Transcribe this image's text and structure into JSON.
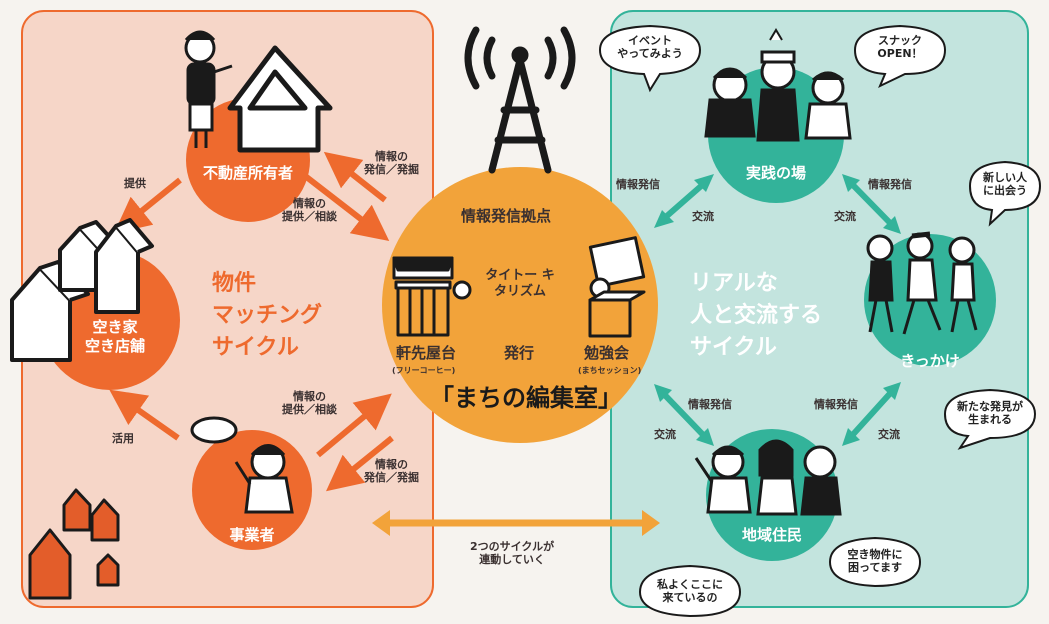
{
  "title": "「まちの編集室」",
  "hub": {
    "heading": "情報発信拠点",
    "logo_text": "タイトー キタリズム",
    "item1": "軒先屋台",
    "item1_sub": "(フリーコーヒー)",
    "item2": "発行",
    "item3": "勉強会",
    "item3_sub": "(まちセッション)"
  },
  "left": {
    "cycle_title": [
      "物件",
      "マッチング",
      "サイクル"
    ],
    "owner": "不動産所有者",
    "vacant": [
      "空き家",
      "空き店舗"
    ],
    "business": "事業者",
    "provide": "提供",
    "use": "活用",
    "info_top_in": [
      "情報の",
      "発信／発掘"
    ],
    "info_top_out": [
      "情報の",
      "提供／相談"
    ],
    "info_bot_out": [
      "情報の",
      "提供／相談"
    ],
    "info_bot_in": [
      "情報の",
      "発信／発掘"
    ]
  },
  "right": {
    "cycle_title": [
      "リアルな",
      "人と交流する",
      "サイクル"
    ],
    "practice": "実践の場",
    "trigger": "きっかけ",
    "residents": "地域住民",
    "info_send": "情報発信",
    "exchange": "交流"
  },
  "bottom_link": [
    "2つのサイクルが",
    "連動していく"
  ],
  "bubbles": {
    "event": [
      "イベント",
      "やってみよう"
    ],
    "snack": [
      "スナック",
      "OPEN！"
    ],
    "newpeople": [
      "新しい人",
      "に出会う"
    ],
    "discovery": [
      "新たな発見が",
      "生まれる"
    ],
    "vacant_trouble": [
      "空き物件に",
      "困ってます"
    ],
    "often_here": [
      "私よくここに",
      "来ているの"
    ]
  },
  "colors": {
    "left_panel": "#f6d6c8",
    "right_panel": "#c3e4de",
    "orange": "#ee6a2e",
    "hub": "#f2a33a",
    "teal": "#33b39a"
  }
}
